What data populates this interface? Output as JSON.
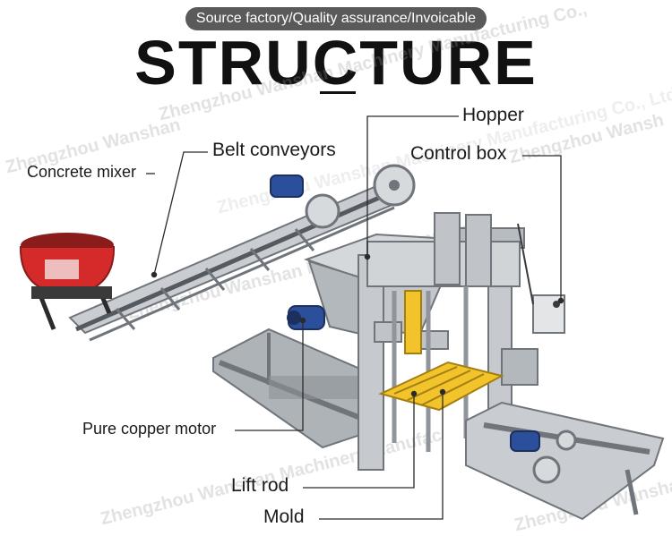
{
  "banner": "Source factory/Quality assurance/Invoicable",
  "title": "STRUCTURE",
  "watermark": [
    "Zhengzhou Wanshan Machinery Manufacturing Co.,",
    "Zhengzhou Wanshan",
    "Zhengzhou Wanshan Machinery Manufacturing Co., Ltd",
    "Zhengzhou Wanshan Machinery Manufac",
    "Zhengzhou Wansh",
    "Zhengzhou Wanshan Machinery Manufac",
    "Zhengzhou Wanshan"
  ],
  "labels": {
    "hopper": "Hopper",
    "belt_conveyors": "Belt conveyors",
    "control_box": "Control box",
    "concrete_mixer": "Concrete mixer",
    "pure_copper_motor": "Pure copper motor",
    "lift_rod": "Lift rod",
    "mold": "Mold"
  },
  "colors": {
    "banner_bg": "#5a5a5a",
    "machine_grey": "#b9bec3",
    "machine_dark": "#6f757b",
    "mixer_red": "#d42a2a",
    "mold_yellow": "#f2c32a",
    "motor_blue": "#2c4f9c"
  }
}
